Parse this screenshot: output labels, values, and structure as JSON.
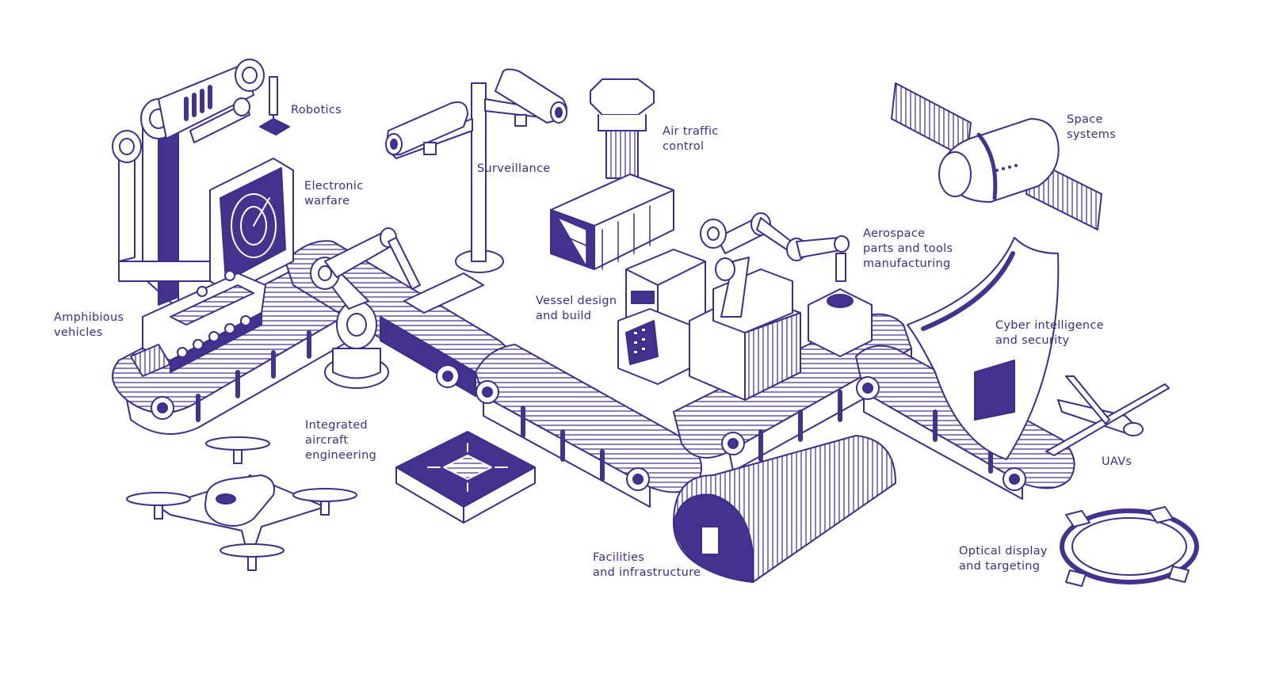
{
  "theme": {
    "ink": "#3d2d8c",
    "fill": "#45328f",
    "paper": "#ffffff"
  },
  "labels": {
    "robotics": [
      "Robotics"
    ],
    "electronic_warfare": [
      "Electronic",
      "warfare"
    ],
    "surveillance": [
      "Surveillance"
    ],
    "air_traffic_control": [
      "Air traffic",
      "control"
    ],
    "space_systems": [
      "Space",
      "systems"
    ],
    "aerospace_manufacturing": [
      "Aerospace",
      "parts and tools",
      "manufacturing"
    ],
    "amphibious_vehicles": [
      "Amphibious",
      "vehicles"
    ],
    "vessel_design": [
      "Vessel design",
      "and build"
    ],
    "cyber_security": [
      "Cyber intelligence",
      "and security"
    ],
    "integrated_aircraft": [
      "Integrated",
      "aircraft",
      "engineering"
    ],
    "uavs": [
      "UAVs"
    ],
    "facilities": [
      "Facilities",
      "and infrastructure"
    ],
    "optical_display": [
      "Optical display",
      "and targeting"
    ]
  },
  "icons": [
    "robot-arm-icon",
    "radar-screen-icon",
    "security-camera-icon",
    "control-tower-icon",
    "satellite-icon",
    "conveyor-belt-icon",
    "industrial-robot-icon",
    "control-panel-icon",
    "amphibious-vehicle-icon",
    "shield-icon",
    "quadcopter-drone-icon",
    "microchip-icon",
    "hangar-icon",
    "uav-plane-icon",
    "crosshair-ring-icon"
  ]
}
